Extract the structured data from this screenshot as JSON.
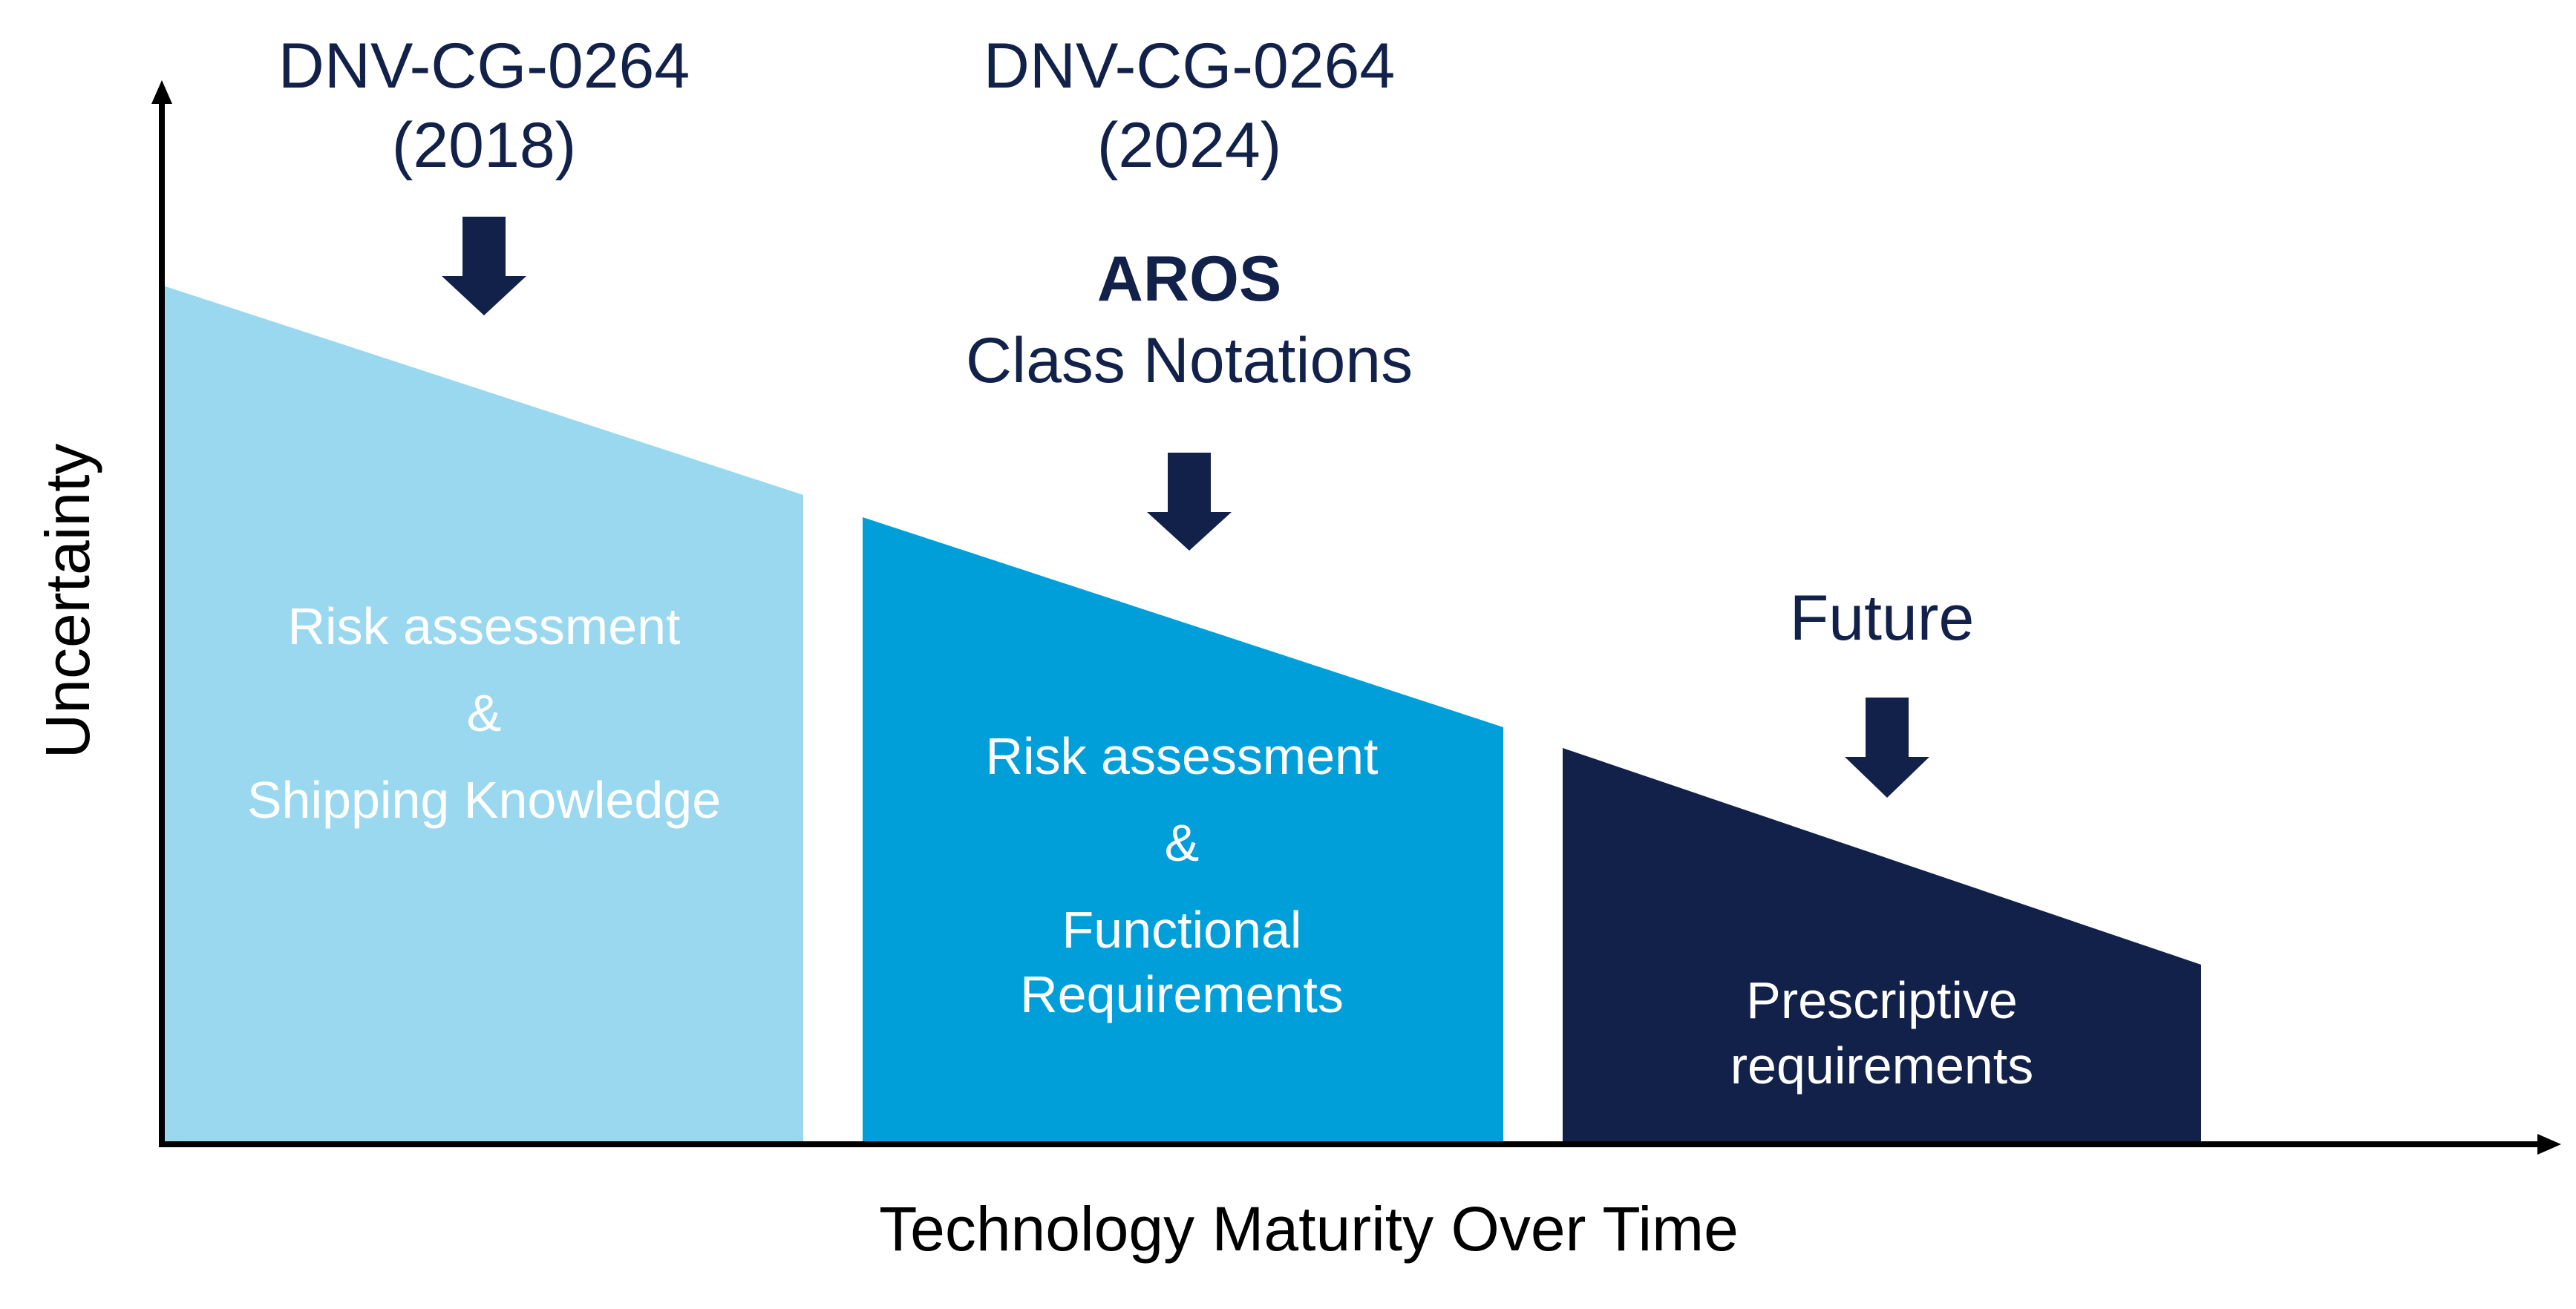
{
  "axes": {
    "y_label": "Uncertainty",
    "x_label": "Technology Maturity Over Time"
  },
  "stages": [
    {
      "header_lines": [
        "DNV-CG-0264",
        "(2018)"
      ],
      "body_lines": [
        "Risk assessment",
        "&",
        "Shipping Knowledge"
      ],
      "color": "#9ad8f0"
    },
    {
      "header_lines": [
        "DNV-CG-0264",
        "(2024)"
      ],
      "header_bold": "AROS",
      "header_sub": "Class Notations",
      "body_lines": [
        "Risk assessment",
        "&",
        "Functional",
        "Requirements"
      ],
      "color": "#009fd9"
    },
    {
      "header_lines": [
        "Future"
      ],
      "body_lines": [
        "Prescriptive",
        "requirements"
      ],
      "color": "#12214a"
    }
  ],
  "colors": {
    "text_dark": "#12214a",
    "axis": "#000000",
    "arrow": "#12214a"
  },
  "icons": {
    "down_arrow": "arrow-down-icon"
  }
}
